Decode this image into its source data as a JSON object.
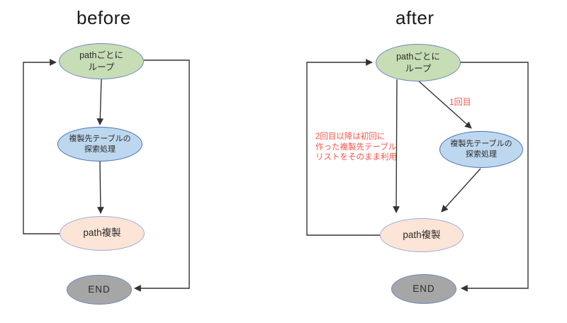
{
  "before": {
    "title": "before",
    "nodes": {
      "loop": {
        "label": "pathごとに\nループ"
      },
      "search": {
        "label": "複製先テーブルの\n探索処理"
      },
      "copy": {
        "label": "path複製"
      },
      "end": {
        "label": "END"
      }
    }
  },
  "after": {
    "title": "after",
    "nodes": {
      "loop": {
        "label": "pathごとに\nループ"
      },
      "search": {
        "label": "複製先テーブルの\n探索処理"
      },
      "copy": {
        "label": "path複製"
      },
      "end": {
        "label": "END"
      }
    },
    "annotations": {
      "first_time": "1回目",
      "reuse_note": "2回目以降は初回に\n作った複製先テーブル\nリストをそのまま利用"
    }
  },
  "colors": {
    "loop_fill": "#c7ddb5",
    "loop_border": "#7087c0",
    "search_fill": "#bdd7ee",
    "search_border": "#4a72b8",
    "copy_fill": "#fce4d6",
    "copy_border": "#9cabd8",
    "end_fill": "#a6a6a6",
    "end_border": "#7087c0",
    "line": "#333333",
    "annotation": "#f8554b",
    "title": "#1a1a1a"
  }
}
